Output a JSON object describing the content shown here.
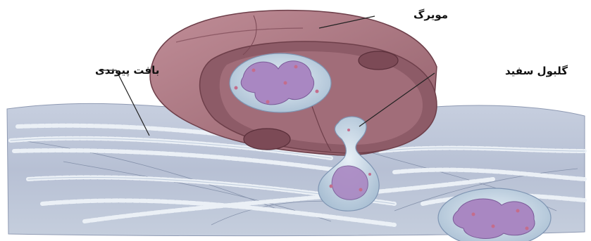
{
  "labels": {
    "capillary": "مویرگ",
    "white_blood_cell": "گلبول سفید",
    "connective_tissue": "بافت پیوندی"
  },
  "colors": {
    "tissue": "#b9c3d7",
    "vessel_outer": "#b07b86",
    "vessel_inner": "#9c6a74",
    "cell_body": "#d5e3ef",
    "nucleus": "#a987c2",
    "granule": "#c46d8c",
    "fiber": "#dfe7f0"
  }
}
